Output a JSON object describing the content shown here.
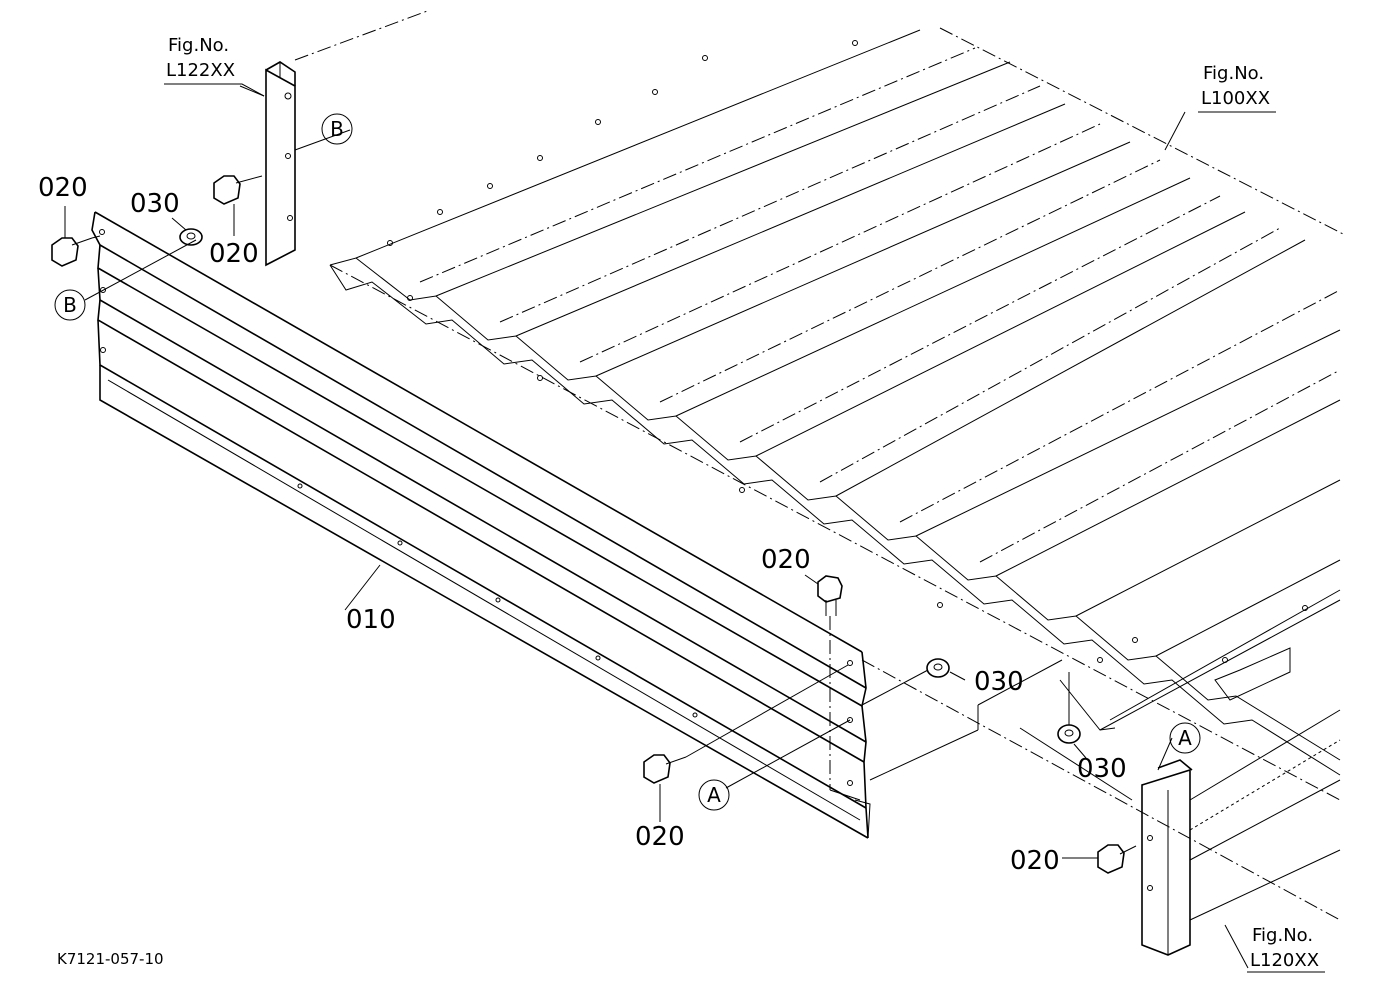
{
  "part_labels": {
    "bolt_top_left": "020",
    "nut_top_left": "030",
    "bolt_post_left": "020",
    "main_panel": "010",
    "bolt_vertical_center": "020",
    "nut_center": "030",
    "bolt_center_bottom": "020",
    "nut_right": "030",
    "bolt_right_post": "020"
  },
  "callouts": {
    "b_upper": "B",
    "b_lower": "B",
    "a_center": "A",
    "a_right": "A"
  },
  "figure_refs": {
    "top_left": {
      "label": "Fig.No.",
      "code": "L122XX"
    },
    "top_right": {
      "label": "Fig.No.",
      "code": "L100XX"
    },
    "bottom_right": {
      "label": "Fig.No.",
      "code": "L120XX"
    }
  },
  "diagram_code": "K7121-057-10"
}
